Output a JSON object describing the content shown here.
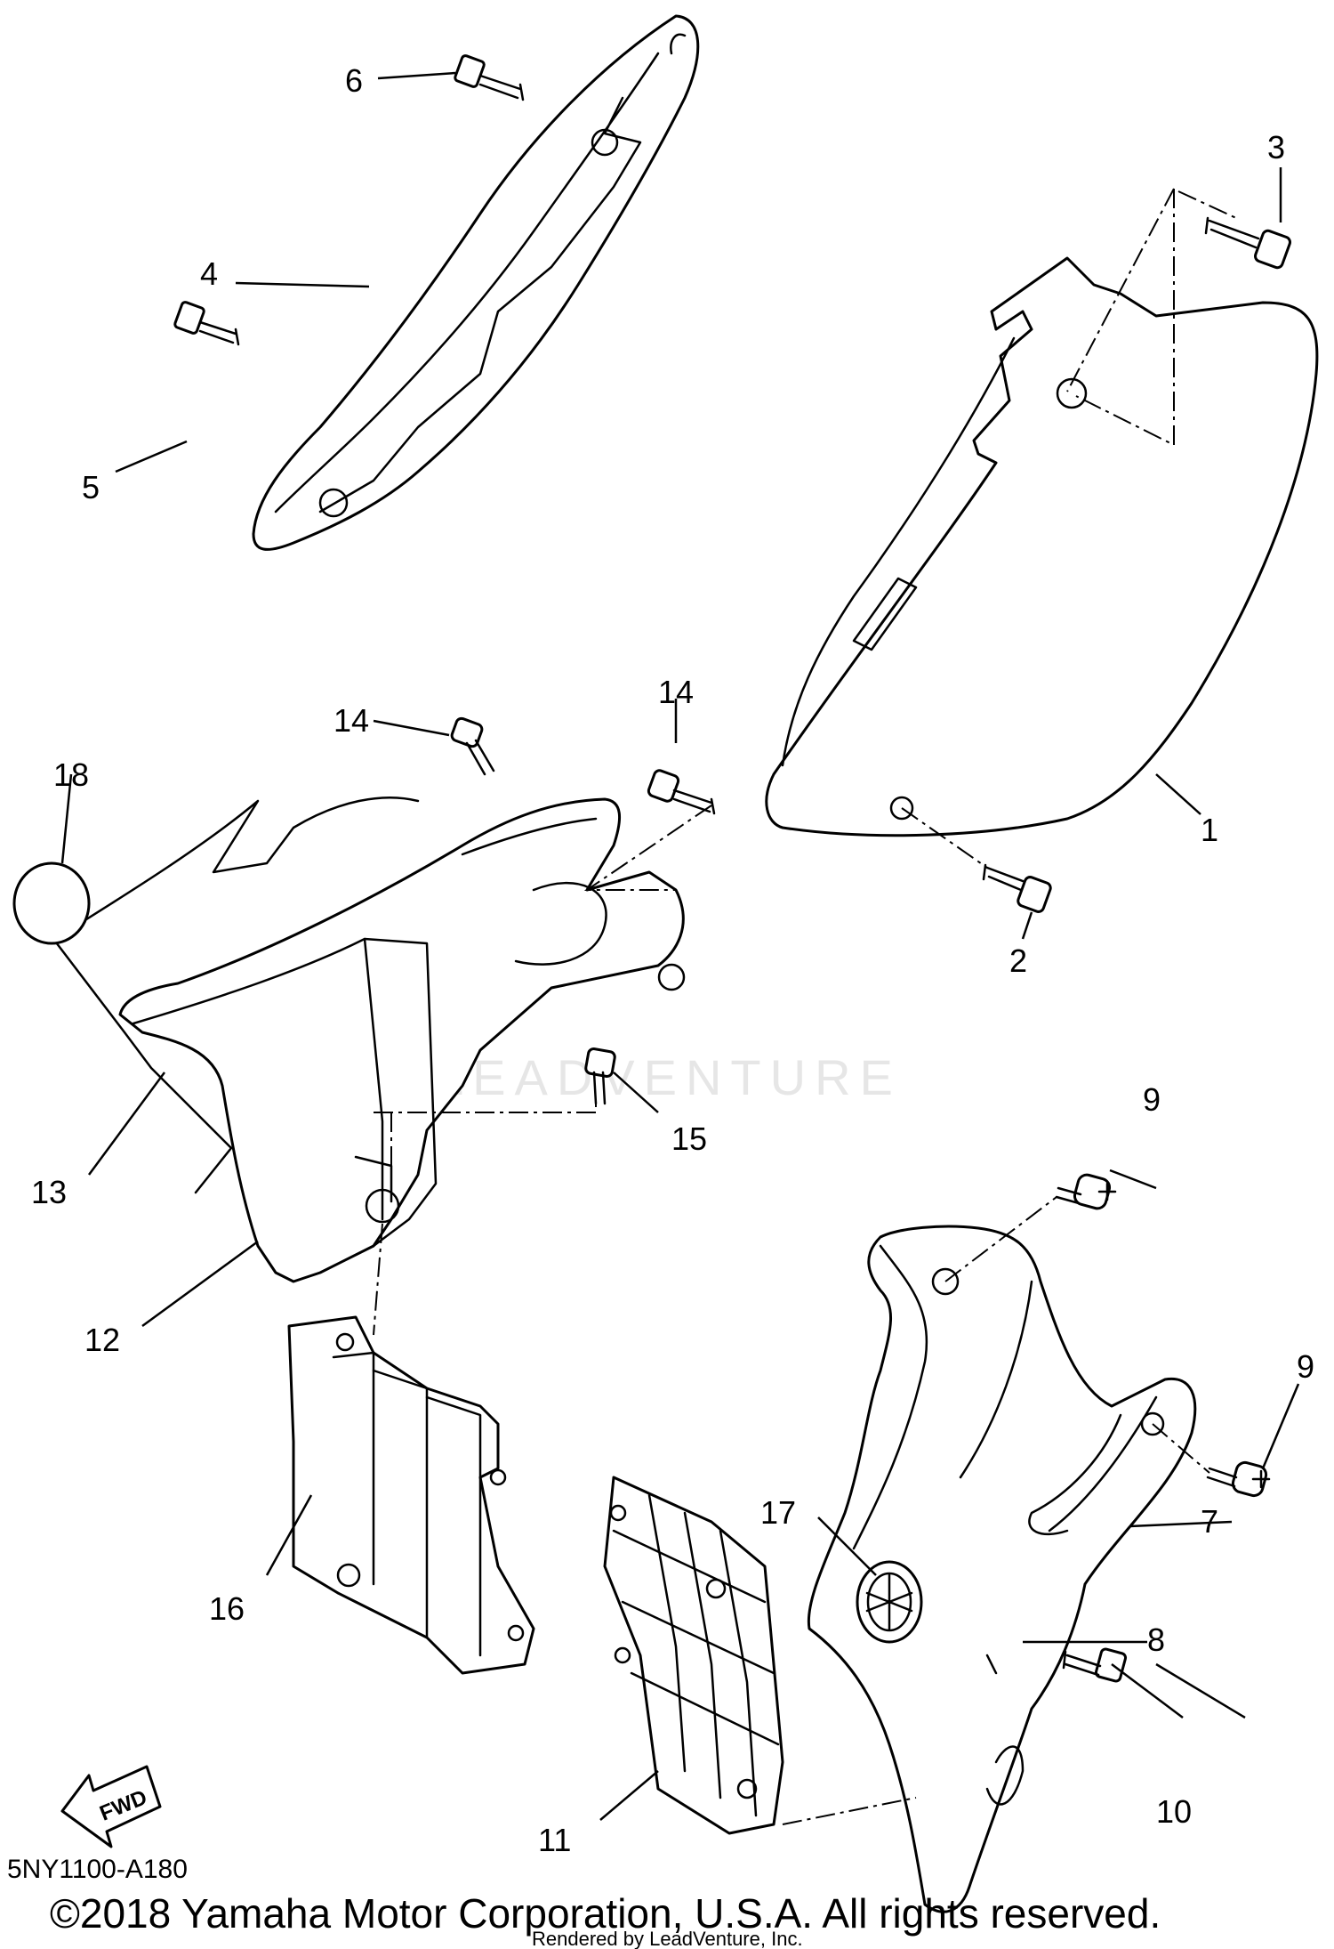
{
  "diagram": {
    "callouts": [
      {
        "id": "1",
        "label": "1"
      },
      {
        "id": "2",
        "label": "2"
      },
      {
        "id": "3",
        "label": "3"
      },
      {
        "id": "4",
        "label": "4"
      },
      {
        "id": "5",
        "label": "5"
      },
      {
        "id": "6",
        "label": "6"
      },
      {
        "id": "7",
        "label": "7"
      },
      {
        "id": "8",
        "label": "8"
      },
      {
        "id": "9a",
        "label": "9"
      },
      {
        "id": "9b",
        "label": "9"
      },
      {
        "id": "10",
        "label": "10"
      },
      {
        "id": "11",
        "label": "11"
      },
      {
        "id": "12",
        "label": "12"
      },
      {
        "id": "13",
        "label": "13"
      },
      {
        "id": "14a",
        "label": "14"
      },
      {
        "id": "14b",
        "label": "14"
      },
      {
        "id": "15",
        "label": "15"
      },
      {
        "id": "16",
        "label": "16"
      },
      {
        "id": "17",
        "label": "17"
      },
      {
        "id": "18",
        "label": "18"
      }
    ],
    "fwd_label": "FWD",
    "watermark": "LEADVENTURE",
    "diagram_code": "5NY1100-A180",
    "copyright": "©2018 Yamaha Motor Corporation, U.S.A. All rights reserved.",
    "rendered_by": "Rendered by LeadVenture, Inc."
  }
}
